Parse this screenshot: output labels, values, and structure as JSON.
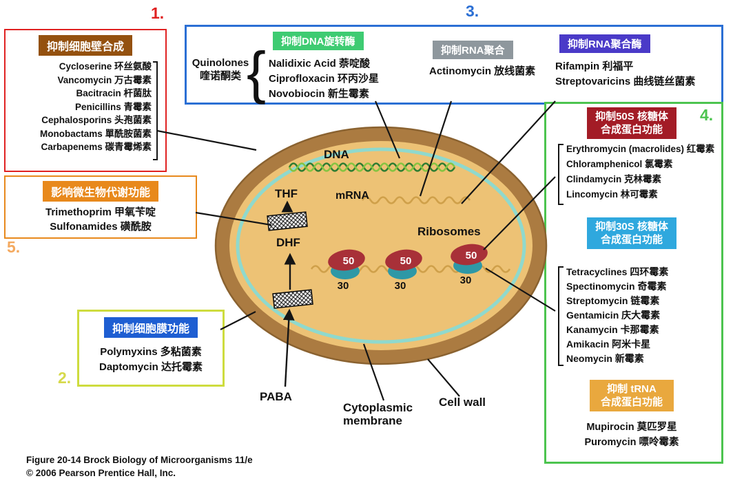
{
  "numbers": {
    "n1": "1.",
    "n2": "2.",
    "n3": "3.",
    "n4": "4.",
    "n5": "5."
  },
  "icons": {
    "brace": "{"
  },
  "box_cell_wall": {
    "title": "抑制细胞壁合成",
    "items": [
      "Cycloserine 环丝氨酸",
      "Vancomycin 万古霉素",
      "Bacitracin 杆菌肽",
      "Penicillins 青霉素",
      "Cephalosporins 头孢菌素",
      "Monobactams 單酰胺菌素",
      "Carbapenems 碳青霉烯素"
    ]
  },
  "box_dna_rna": {
    "quinolones_line1": "Quinolones",
    "quinolones_line2": "喹诺酮类",
    "gyrase": {
      "title": "抑制DNA旋转酶",
      "items": [
        "Nalidixic Acid 萘啶酸",
        "Ciprofloxacin 环丙沙星",
        "Novobiocin 新生霉素"
      ]
    },
    "rna_poly": {
      "title": "抑制RNA聚合",
      "items": [
        "Actinomycin 放线菌素"
      ]
    },
    "rna_polymerase": {
      "title": "抑制RNA聚合酶",
      "items": [
        "Rifampin 利福平",
        "Streptovaricins 曲线链丝菌素"
      ]
    }
  },
  "box_metabolism": {
    "title": "影响微生物代谢功能",
    "items": [
      "Trimethoprim 甲氧苄啶",
      "Sulfonamides 磺酰胺"
    ]
  },
  "box_membrane": {
    "title": "抑制细胞膜功能",
    "items": [
      "Polymyxins 多粘菌素",
      "Daptomycin 达托霉素"
    ]
  },
  "box_protein": {
    "s50": {
      "title_line1": "抑制50S 核糖体",
      "title_line2": "合成蛋白功能",
      "items": [
        "Erythromycin (macrolides) 红霉素",
        "Chloramphenicol 氯霉素",
        "Clindamycin 克林霉素",
        "Lincomycin 林可霉素"
      ]
    },
    "s30": {
      "title_line1": "抑制30S 核糖体",
      "title_line2": "合成蛋白功能",
      "items": [
        "Tetracyclines 四环霉素",
        "Spectinomycin 奇霉素",
        "Streptomycin 链霉素",
        "Gentamicin 庆大霉素",
        "Kanamycin 卡那霉素",
        "Amikacin 阿米卡星",
        "Neomycin 新霉素"
      ]
    },
    "trna": {
      "title_line1": "抑制 tRNA",
      "title_line2": "合成蛋白功能",
      "items": [
        "Mupirocin 莫匹罗星",
        "Puromycin 嘌呤霉素"
      ]
    }
  },
  "labels": {
    "dna": "DNA",
    "mrna": "mRNA",
    "thf": "THF",
    "dhf": "DHF",
    "ribosomes": "Ribosomes",
    "paba": "PABA",
    "cyto1": "Cytoplasmic",
    "cyto2": "membrane",
    "cell_wall": "Cell wall",
    "ribosome_large": "50",
    "ribosome_small": "30"
  },
  "caption": {
    "line1": "Figure 20-14  Brock Biology of Microorganisms 11/e",
    "line2": "© 2006 Pearson Prentice Hall, Inc."
  },
  "colors": {
    "red": "#e02121",
    "brown": "#94510f",
    "blue": "#2b6fd4",
    "green": "#3ecb72",
    "gray": "#8e979d",
    "indigo": "#4a3ac8",
    "orange": "#e8891c",
    "orange_light": "#f4a95f",
    "lime": "#cedc3e",
    "lime2": "#d6d94b",
    "blue2": "#1e5ed2",
    "green2": "#4cc44f",
    "darkred": "#a31c26",
    "sky": "#2fa8de",
    "orange2": "#e9a83e",
    "wall": "#ab7b41",
    "wall_edge": "#8a6230",
    "cyto": "#edc275",
    "membrane": "#8fd9cd",
    "dna1": "#2e7d32",
    "dna2": "#85c441",
    "rna": "#cfa04a",
    "ribo_red": "#a83038",
    "ribo_teal": "#2e98a6",
    "line": "#151515"
  }
}
